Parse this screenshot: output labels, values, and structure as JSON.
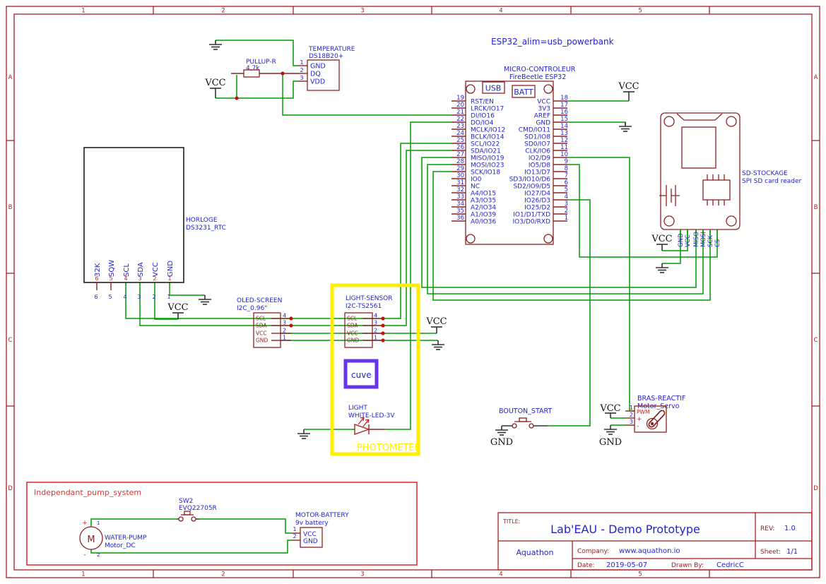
{
  "sheet": {
    "cols": [
      "1",
      "2",
      "3",
      "4",
      "5"
    ],
    "rows": [
      "A",
      "B",
      "C",
      "D"
    ]
  },
  "annotations": {
    "power_note": "ESP32_alim=usb_powerbank",
    "photometer": "PHOTOMETER",
    "cuve": "cuve",
    "pump_system": "Independant_pump_system",
    "vcc": "VCC",
    "gnd": "GND"
  },
  "components": {
    "temperature": {
      "name": "TEMPERATURE",
      "part": "DS18B20+",
      "pins": [
        {
          "num": "1",
          "label": "GND"
        },
        {
          "num": "2",
          "label": "DQ"
        },
        {
          "num": "3",
          "label": "VDD"
        }
      ]
    },
    "pullup": {
      "name": "PULLUP-R",
      "value": "4,7k"
    },
    "esp32": {
      "name": "MICRO-CONTROLEUR",
      "part": "FireBeetle ESP32",
      "usb": "USB",
      "batt": "BATT",
      "left_pins": [
        {
          "num": "19",
          "label": "RST/EN"
        },
        {
          "num": "20",
          "label": "LRCK/IO17"
        },
        {
          "num": "21",
          "label": "DI/IO16"
        },
        {
          "num": "22",
          "label": "DO/IO4"
        },
        {
          "num": "23",
          "label": "MCLK/IO12"
        },
        {
          "num": "24",
          "label": "BCLK/IO14"
        },
        {
          "num": "25",
          "label": "SCL/IO22"
        },
        {
          "num": "26",
          "label": "SDA/IO21"
        },
        {
          "num": "27",
          "label": "MISO/IO19"
        },
        {
          "num": "28",
          "label": "MOSI/IO23"
        },
        {
          "num": "29",
          "label": "SCK/IO18"
        },
        {
          "num": "30",
          "label": "IO0"
        },
        {
          "num": "31",
          "label": "NC"
        },
        {
          "num": "32",
          "label": "A4/IO15"
        },
        {
          "num": "33",
          "label": "A3/IO35"
        },
        {
          "num": "34",
          "label": "A2/IO34"
        },
        {
          "num": "35",
          "label": "A1/IO39"
        },
        {
          "num": "36",
          "label": "A0/IO36"
        }
      ],
      "right_pins": [
        {
          "num": "18",
          "label": "VCC"
        },
        {
          "num": "17",
          "label": "3V3"
        },
        {
          "num": "16",
          "label": "AREF"
        },
        {
          "num": "15",
          "label": "GND"
        },
        {
          "num": "14",
          "label": "CMD/IO11"
        },
        {
          "num": "13",
          "label": "SD1/IO8"
        },
        {
          "num": "12",
          "label": "SD0/IO7"
        },
        {
          "num": "11",
          "label": "CLK/IO6"
        },
        {
          "num": "10",
          "label": "IO2/D9"
        },
        {
          "num": "9",
          "label": "IO5/D8"
        },
        {
          "num": "8",
          "label": "IO13/D7"
        },
        {
          "num": "7",
          "label": "SD3/IO10/D6"
        },
        {
          "num": "6",
          "label": "SD2/IO9/D5"
        },
        {
          "num": "5",
          "label": "IO27/D4"
        },
        {
          "num": "4",
          "label": "IO26/D3"
        },
        {
          "num": "3",
          "label": "IO25/D2"
        },
        {
          "num": "2",
          "label": "IO1/D1/TXD"
        },
        {
          "num": "1",
          "label": "IO3/D0/RXD"
        }
      ]
    },
    "horloge": {
      "name": "HORLOGE",
      "part": "DS3231_RTC",
      "pins": [
        {
          "num": "6",
          "label": "32K"
        },
        {
          "num": "5",
          "label": "SQW"
        },
        {
          "num": "4",
          "label": "SCL"
        },
        {
          "num": "3",
          "label": "SDA"
        },
        {
          "num": "2",
          "label": "VCC"
        },
        {
          "num": "1",
          "label": "GND"
        }
      ]
    },
    "oled": {
      "name": "OLED-SCREEN",
      "part": "I2C_0.96\"",
      "pins": [
        {
          "num": "4",
          "label": "SCL"
        },
        {
          "num": "3",
          "label": "SDA"
        },
        {
          "num": "2",
          "label": "VCC"
        },
        {
          "num": "1",
          "label": "GND"
        }
      ]
    },
    "light_sensor": {
      "name": "LIGHT-SENSOR",
      "part": "I2C-TS2561",
      "pins": [
        {
          "num": "4",
          "label": "SCL"
        },
        {
          "num": "3",
          "label": "SDA"
        },
        {
          "num": "2",
          "label": "VCC"
        },
        {
          "num": "1",
          "label": "GND"
        }
      ]
    },
    "sd": {
      "name": "SD-STOCKAGE",
      "part": "SPI SD card reader",
      "pins": [
        "GND",
        "VCC",
        "MISO",
        "MOSI",
        "SCK",
        "CS"
      ]
    },
    "led": {
      "name": "LIGHT",
      "part": "WHITE-LED-3V"
    },
    "button": {
      "name": "BOUTON_START"
    },
    "servo": {
      "name": "BRAS-REACTIF",
      "part": "Motor_Servo",
      "pins": [
        {
          "num": "1",
          "label": "PWM"
        },
        {
          "num": "2",
          "label": "+"
        },
        {
          "num": "3",
          "label": "-"
        }
      ]
    },
    "pump": {
      "name": "WATER-PUMP",
      "part": "Motor_DC",
      "symbol": "M",
      "pins": [
        {
          "num": "1",
          "label": "+"
        },
        {
          "num": "2",
          "label": "-"
        }
      ]
    },
    "sw2": {
      "name": "SW2",
      "part": "EVQ22705R"
    },
    "battery": {
      "name": "MOTOR-BATTERY",
      "part": "9v battery",
      "pins": [
        {
          "num": "1",
          "label": "VCC"
        },
        {
          "num": "2",
          "label": "GND"
        }
      ]
    }
  },
  "title_block": {
    "title_label": "TITLE:",
    "title": "Lab'EAU - Demo Prototype",
    "rev_label": "REV:",
    "rev": "1.0",
    "org": "Aquathon",
    "company_label": "Company:",
    "company": "www.aquathon.io",
    "sheet_label": "Sheet:",
    "sheet": "1/1",
    "date_label": "Date:",
    "date": "2019-05-07",
    "drawn_label": "Drawn By:",
    "drawn_by": "CedricC"
  },
  "colors": {
    "frame": "#aa1f1f",
    "component": "#8b2323",
    "label_blue": "#2424cc",
    "wire": "#009b00",
    "junction": "#cc1111",
    "highlight_yellow": "#ffee00",
    "highlight_purple": "#6633ee",
    "box_red": "#e03333"
  }
}
